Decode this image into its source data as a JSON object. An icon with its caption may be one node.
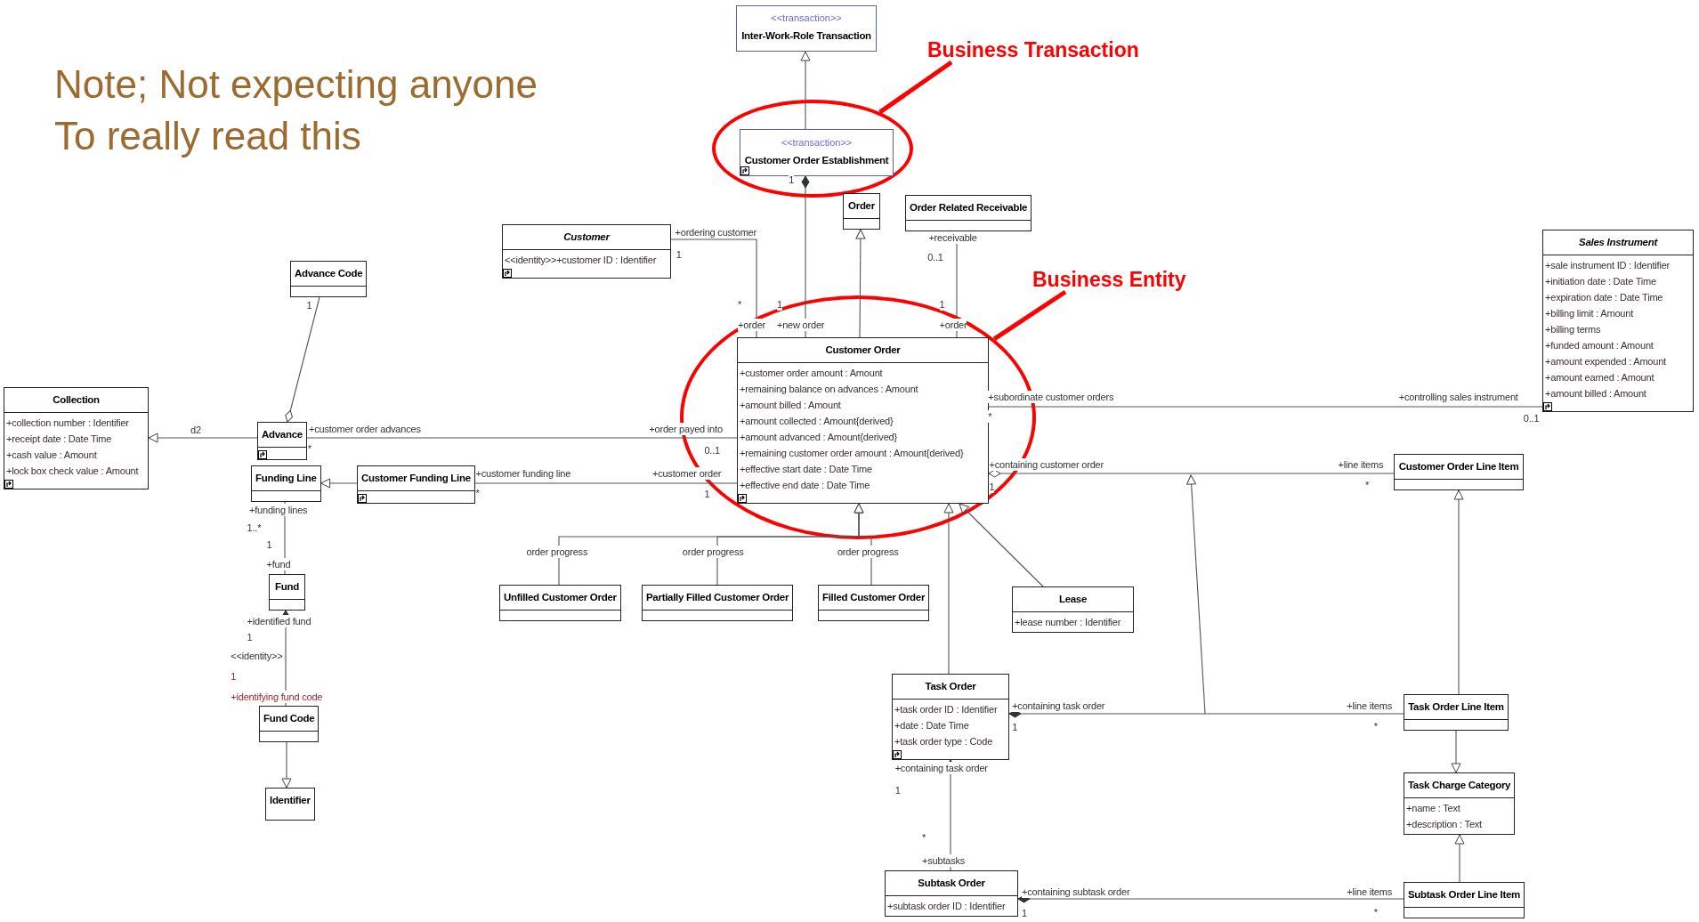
{
  "diagram": {
    "nodes": [
      {
        "text": [
          "<<transaction>>",
          "Inter-Work-Role Transaction"
        ]
      },
      {
        "text": [
          "Business Transaction"
        ]
      },
      {
        "text": [
          "<<transaction>>",
          "Customer Order Establishment"
        ],
        "in": 3
      },
      {
        "text": [],
        "shape": "ellipse"
      },
      {
        "text": [
          "Order"
        ]
      },
      {
        "text": [
          "Order Related Receivable"
        ]
      },
      {
        "text": [
          "Customer",
          "<<identity>>+customer ID : Identifier"
        ]
      },
      {
        "text": [
          "Advance Code"
        ]
      },
      {
        "text": [
          "Business Entity"
        ]
      },
      {
        "text": [
          "Sales Instrument",
          "+sale instrument ID : Identifier",
          "+initiation date : Date Time",
          "+expiration date : Date Time",
          "+billing limit : Amount",
          "+billing terms",
          "+funded amount : Amount",
          "+amount expended : Amount",
          "+amount earned : Amount",
          "+amount billed : Amount"
        ]
      },
      {
        "in": 11,
        "text": [
          "Customer Order",
          "+customer order amount : Amount",
          "+remaining balance on advances : Amount",
          "+amount billed : Amount",
          "+amount collected : Amount{derived}",
          "+amount advanced : Amount{derived}",
          "+remaining customer order amount : Amount{derived}",
          "+effective start date : Date Time",
          "+effective end date : Date Time"
        ]
      },
      {
        "text": [],
        "shape": "ellipse"
      },
      {
        "text": [
          "Collection",
          "+collection number : Identifier",
          "+receipt date : Date Time",
          "+cash value : Amount",
          "+lock box check value : Amount"
        ]
      },
      {
        "text": [
          "Advance"
        ]
      },
      {
        "text": [
          "Funding Line"
        ]
      },
      {
        "text": [
          "Customer Funding Line"
        ]
      },
      {
        "text": [
          "Customer Order Line Item"
        ]
      },
      {
        "text": [
          "Fund"
        ]
      },
      {
        "text": [
          "Unfilled Customer Order"
        ]
      },
      {
        "text": [
          "Partially Filled Customer Order"
        ]
      },
      {
        "text": [
          "Filled Customer Order"
        ]
      },
      {
        "text": [
          "Lease",
          "+lease number : Identifier"
        ]
      },
      {
        "text": [
          "Fund Code"
        ]
      },
      {
        "text": [
          "Task Order",
          "+task order ID : Identifier",
          "+date : Date Time",
          "+task order type : Code"
        ]
      },
      {
        "text": [
          "Task Order Line Item"
        ]
      },
      {
        "text": [
          "Identifier"
        ]
      },
      {
        "text": [
          "Task Charge Category",
          "+name : Text",
          "+description : Text"
        ]
      },
      {
        "text": [
          "Subtask Order",
          "+subtask order ID : Identifier"
        ]
      },
      {
        "text": [
          "Subtask Order Line Item"
        ]
      }
    ],
    "edges": [
      {
        "from": 2,
        "to": 0,
        "arrow": "to"
      },
      {
        "from": 2,
        "to": 10,
        "arrow": "other"
      },
      {
        "from": 10,
        "to": 4,
        "arrow": "to"
      },
      {
        "from": 5,
        "to": 10,
        "arrow": "none"
      },
      {
        "from": 6,
        "to": 10,
        "arrow": "none"
      },
      {
        "from": 13,
        "to": 7,
        "arrow": "other"
      },
      {
        "from": 13,
        "to": 12,
        "arrow": "to",
        "label": "d2"
      },
      {
        "from": 13,
        "to": 10,
        "arrow": "none"
      },
      {
        "from": 15,
        "to": 14,
        "arrow": "to"
      },
      {
        "from": 15,
        "to": 10,
        "arrow": "none"
      },
      {
        "from": 14,
        "to": 17,
        "arrow": "none"
      },
      {
        "from": 17,
        "to": 22,
        "arrow": "other"
      },
      {
        "from": 22,
        "to": 25,
        "arrow": "to"
      },
      {
        "from": 18,
        "to": 10,
        "arrow": "to",
        "label": "order progress"
      },
      {
        "from": 19,
        "to": 10,
        "arrow": "to",
        "label": "order progress"
      },
      {
        "from": 20,
        "to": 10,
        "arrow": "to",
        "label": "order progress"
      },
      {
        "from": 21,
        "to": 10,
        "arrow": "to"
      },
      {
        "from": 23,
        "to": 10,
        "arrow": "to"
      },
      {
        "from": 10,
        "to": 16,
        "arrow": "other"
      },
      {
        "from": 10,
        "to": 9,
        "arrow": "none"
      },
      {
        "from": 24,
        "to": 16,
        "arrow": "to"
      },
      {
        "from": 23,
        "to": 24,
        "arrow": "other"
      },
      {
        "from": 24,
        "to": 26,
        "arrow": "to"
      },
      {
        "from": 28,
        "to": 26,
        "arrow": "to"
      },
      {
        "from": 23,
        "to": 27,
        "arrow": "other"
      },
      {
        "from": 27,
        "to": 28,
        "arrow": "other"
      },
      {
        "from": 1,
        "to": 3,
        "arrow": "none",
        "style": "thick",
        "color": "#ff0000"
      },
      {
        "from": 8,
        "to": 11,
        "arrow": "none",
        "style": "thick",
        "color": "#ff0000"
      }
    ],
    "labels": [
      "Note; Not expecting anyone To really read this",
      "1",
      "+ordering customer",
      "1",
      "+receivable",
      "0..1",
      "*",
      "1",
      "1",
      "+order",
      "+new order",
      "+order",
      "1",
      "+customer order advances",
      "*",
      "+order payed into",
      "0..1",
      "+subordinate customer orders",
      "*",
      "+controlling sales instrument",
      "0..1",
      "+customer funding line",
      "*",
      "+customer order",
      "1",
      "+containing customer order",
      "1",
      "+line items",
      "*",
      "+funding lines",
      "1..*",
      "1",
      "+fund",
      "+identified fund",
      "1",
      "<<identity>>",
      "1",
      "+identifying fund code",
      "+containing task order",
      "1",
      "+line items",
      "*",
      "+containing task order",
      "1",
      "*",
      "+subtasks",
      "+containing subtask order",
      "1",
      "+line items",
      "*"
    ]
  }
}
